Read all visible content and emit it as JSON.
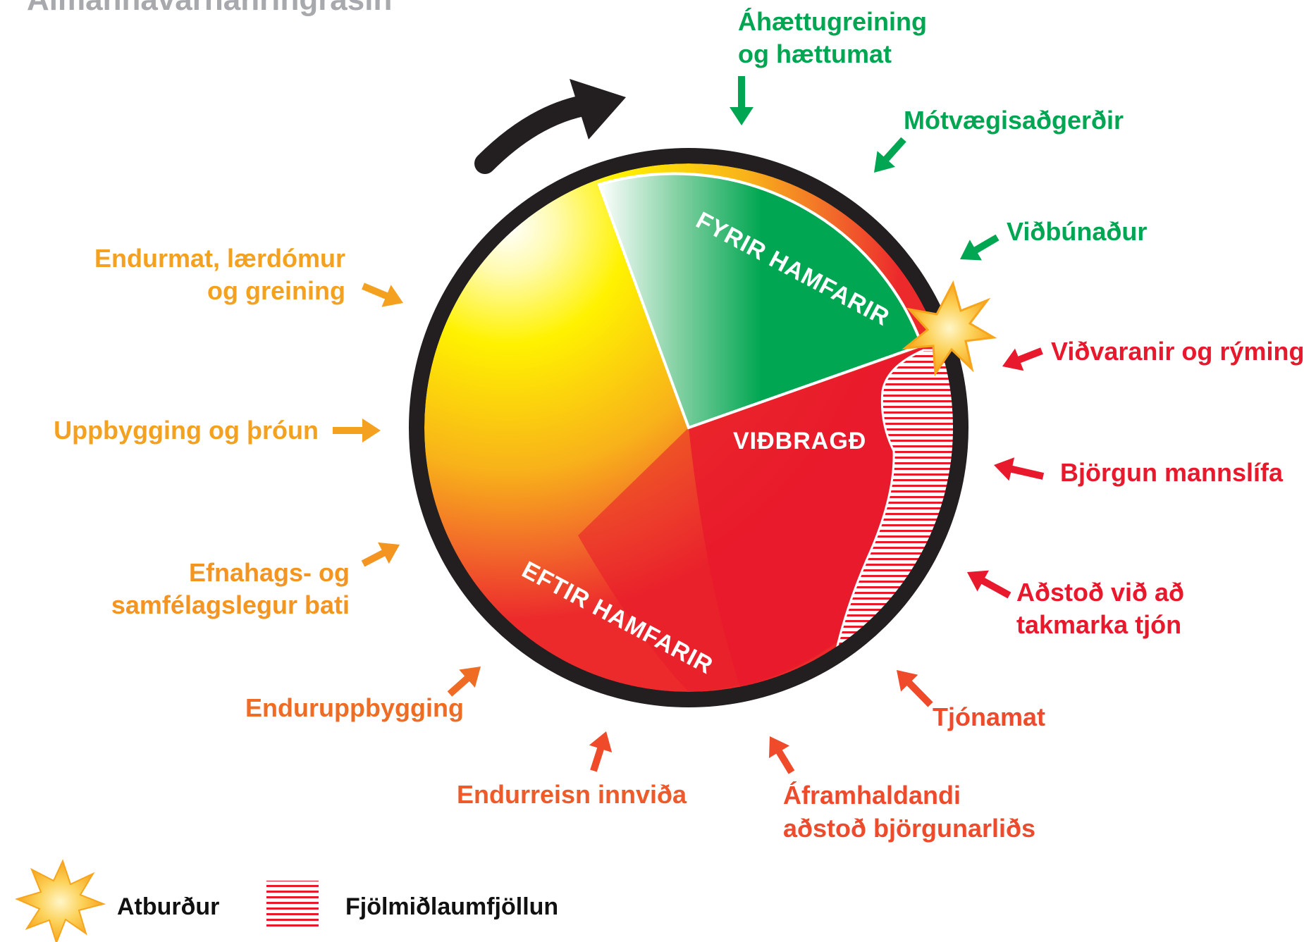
{
  "title": "Almannavarnahringrásin",
  "segments": {
    "before": "FYRIR HAMFARIR",
    "response": "VIÐBRAGÐ",
    "after": "EFTIR HAMFARIR"
  },
  "labels_before": {
    "risk_line1": "Áhættugreining",
    "risk_line2": "og hættumat",
    "mitigation": "Mótvægisaðgerðir",
    "preparedness": "Viðbúnaður"
  },
  "labels_response": {
    "warnings": "Viðvaranir og rýming",
    "rescue": "Björgun mannslífa",
    "assist_line1": "Aðstoð við að",
    "assist_line2": "takmarka tjón",
    "damage": "Tjónamat",
    "continued_line1": "Áframhaldandi",
    "continued_line2": "aðstoð björgunarliðs"
  },
  "labels_after": {
    "infra": "Endurreisn innviða",
    "rebuild": "Enduruppbygging",
    "econ_line1": "Efnahags- og",
    "econ_line2": "samfélagslegur bati",
    "development": "Uppbygging og þróun",
    "review_line1": "Endurmat, lærdómur",
    "review_line2": "og greining"
  },
  "legend": {
    "event": "Atburður",
    "media": "Fjölmiðlaumfjöllun"
  },
  "colors": {
    "green": "#00a651",
    "red": "#e8192c",
    "orange_red": "#ef4a2a",
    "orange": "#f08a1e",
    "yellow_orange": "#f6a81c",
    "yellow": "#fff200",
    "ring": "#231f20",
    "text_green": "#00a651",
    "text_red": "#e8192c",
    "text_orange": "#ee5a2a",
    "text_amber": "#f4a11f"
  },
  "icons": {
    "event": "starburst-icon",
    "media": "striped-square-icon",
    "cycle": "curved-arrow-icon"
  }
}
